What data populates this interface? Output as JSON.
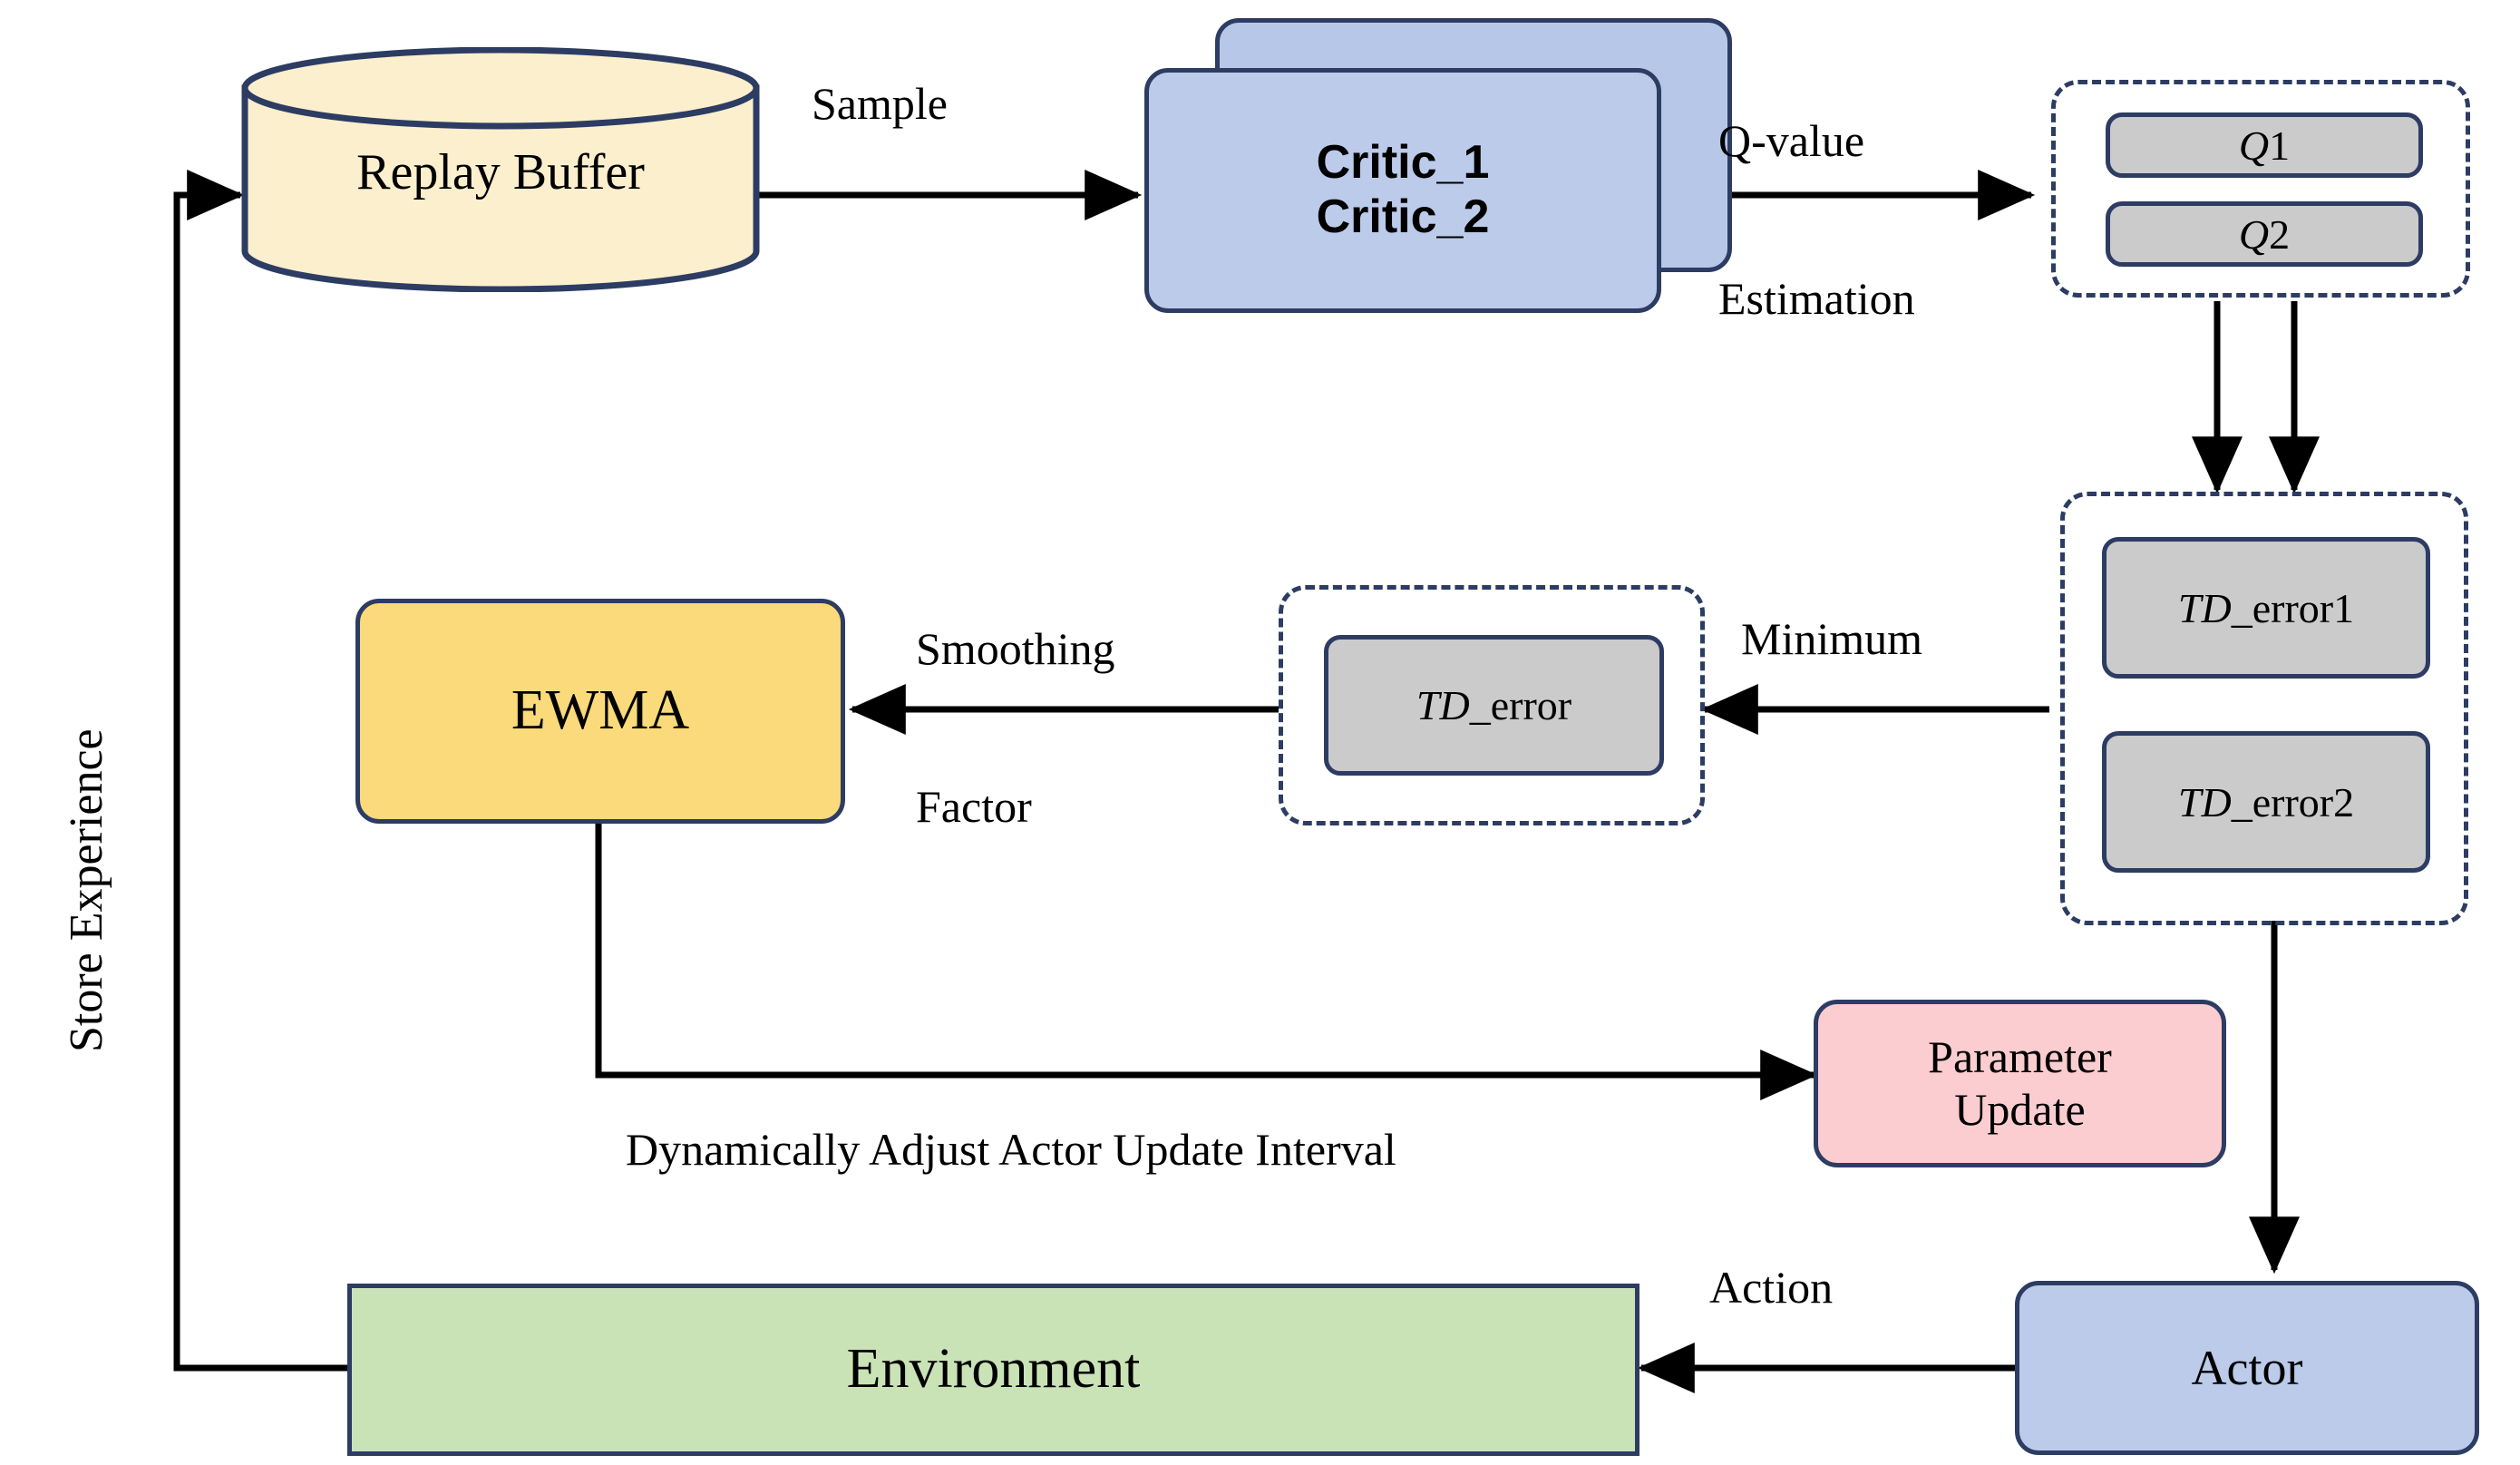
{
  "diagram": {
    "title": "Reinforcement learning actor-critic architecture with EWMA-based dynamic actor update",
    "colors": {
      "stroke": "#2d3c63",
      "replay_buffer_fill": "#fcefcd",
      "critic_fill": "#bccbe9",
      "chip_fill": "#cbcbcb",
      "ewma_fill": "#fada7a",
      "parameter_update_fill": "#fbcdd0",
      "actor_fill": "#bccbe9",
      "environment_fill": "#c9e3b6",
      "arrow": "#000000",
      "background": "#ffffff"
    }
  },
  "nodes": {
    "replay_buffer": "Replay Buffer",
    "critic_1": "Critic_1",
    "critic_2": "Critic_2",
    "q1_italic": "Q",
    "q1_num": "1",
    "q2_italic": "Q",
    "q2_num": "2",
    "td_error1_italic": "TD",
    "td_error1_rest": "_error1",
    "td_error2_italic": "TD",
    "td_error2_rest": "_error2",
    "td_error_italic": "TD",
    "td_error_rest": "_error",
    "ewma": "EWMA",
    "parameter_update_line1": "Parameter",
    "parameter_update_line2": "Update",
    "actor": "Actor",
    "environment": "Environment"
  },
  "edge_labels": {
    "sample": "Sample",
    "q_value_estimation_line1": "Q-value",
    "q_value_estimation_line2": "Estimation",
    "minimum": "Minimum",
    "smoothing_factor_line1": "Smoothing",
    "smoothing_factor_line2": "Factor",
    "action": "Action",
    "store_experience": "Store Experience",
    "dynamic_interval": "Dynamically Adjust Actor Update Interval"
  }
}
